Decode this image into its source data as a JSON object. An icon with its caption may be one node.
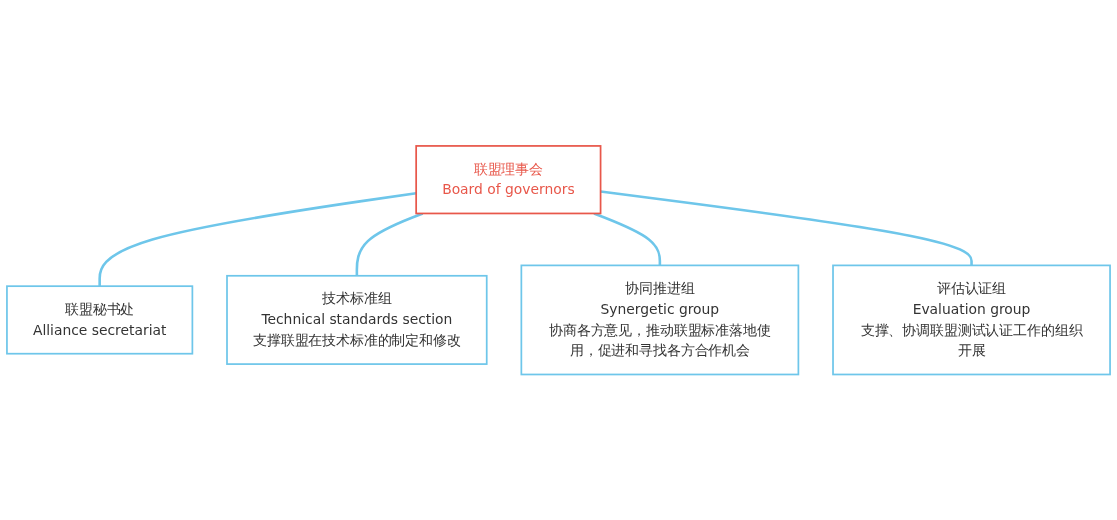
{
  "diagram": {
    "nodes": [
      {
        "text": [
          "联盟理事会",
          "Board of governors"
        ]
      },
      {
        "text": [
          "联盟秘书处",
          "Alliance secretariat"
        ]
      },
      {
        "text": [
          "技术标准组",
          "Technical standards section",
          "支撑联盟在技术标准的制定和修改"
        ]
      },
      {
        "text": [
          "协同推进组",
          "Synergetic group",
          "协商各方意见，推动联盟标准落地使用，促进和寻找各方合作机会"
        ]
      },
      {
        "text": [
          "评估认证组",
          "Evaluation group",
          "支撑、协调联盟测试认证工作的组织开展"
        ]
      }
    ],
    "edges": [
      {
        "from": 0,
        "to": 1,
        "arrow": "none"
      },
      {
        "from": 0,
        "to": 2,
        "arrow": "none"
      },
      {
        "from": 0,
        "to": 3,
        "arrow": "none"
      },
      {
        "from": 0,
        "to": 4,
        "arrow": "none"
      }
    ]
  }
}
